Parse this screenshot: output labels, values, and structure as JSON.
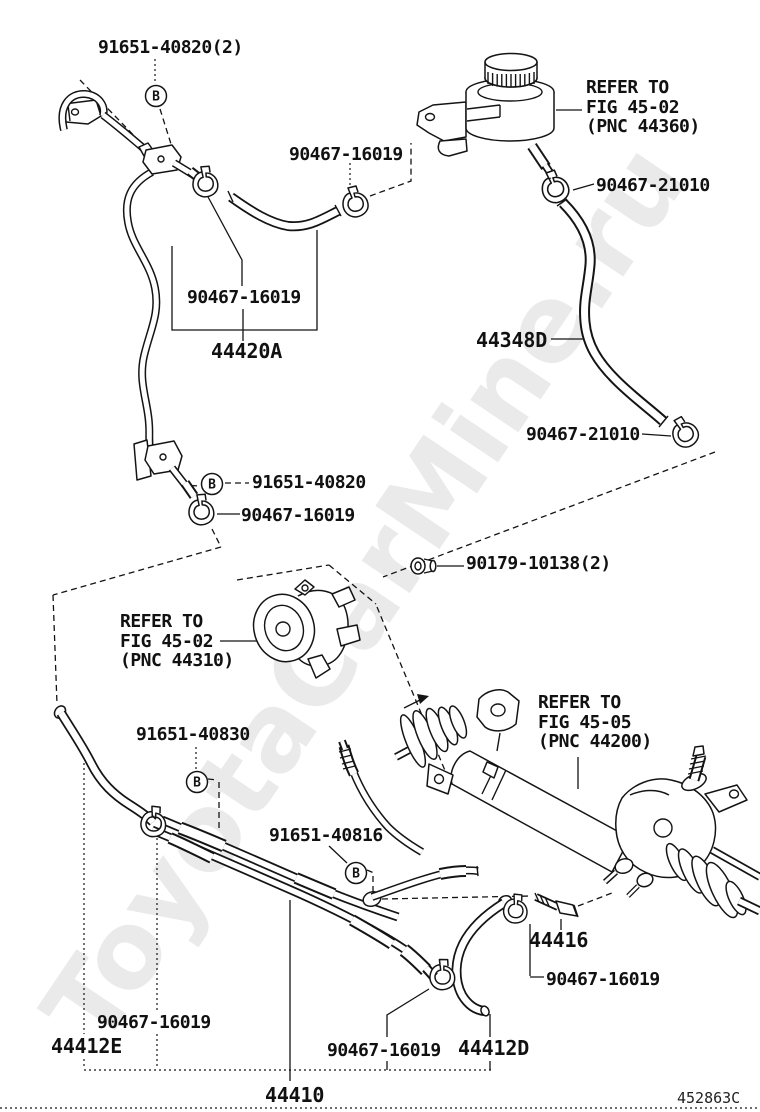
{
  "watermark": "ToyotaCarMine.ru",
  "footer_code": "452863C",
  "callout_letter": "B",
  "refers": {
    "reservoir": {
      "line1": "REFER TO",
      "line2": "FIG 45-02",
      "line3": "(PNC 44360)"
    },
    "pump": {
      "line1": "REFER TO",
      "line2": "FIG 45-02",
      "line3": "(PNC 44310)"
    },
    "steering_gear": {
      "line1": "REFER TO",
      "line2": "FIG 45-05",
      "line3": "(PNC 44200)"
    }
  },
  "labels": {
    "p01": "91651-40820(2)",
    "p02": "90467-16019",
    "p03": "90467-21010",
    "p04": "90467-16019",
    "p05": "44420A",
    "p06": "44348D",
    "p07": "90467-21010",
    "p08": "91651-40820",
    "p09": "90467-16019",
    "p10": "90179-10138(2)",
    "p11": "91651-40830",
    "p12": "91651-40816",
    "p13": "44416",
    "p14": "90467-16019",
    "p15": "90467-16019",
    "p16": "44412E",
    "p17": "90467-16019",
    "p18": "44412D",
    "p19": "44410"
  }
}
